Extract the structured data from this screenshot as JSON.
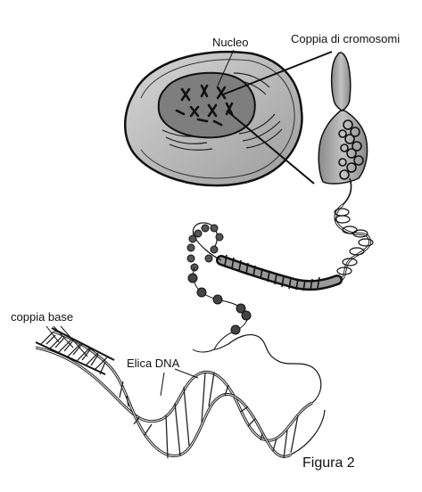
{
  "labels": {
    "nucleus": "Nucleo",
    "chromosome_pair": "Coppia di cromosomi",
    "base_pair": "coppia base",
    "dna_helix": "Elica DNA"
  },
  "figure_caption": "Figura 2",
  "colors": {
    "cell_fill": "#bdbdbd",
    "nucleus_fill": "#7a7a7a",
    "chromosome_fill": "#9a9a9a",
    "ink": "#111111"
  }
}
